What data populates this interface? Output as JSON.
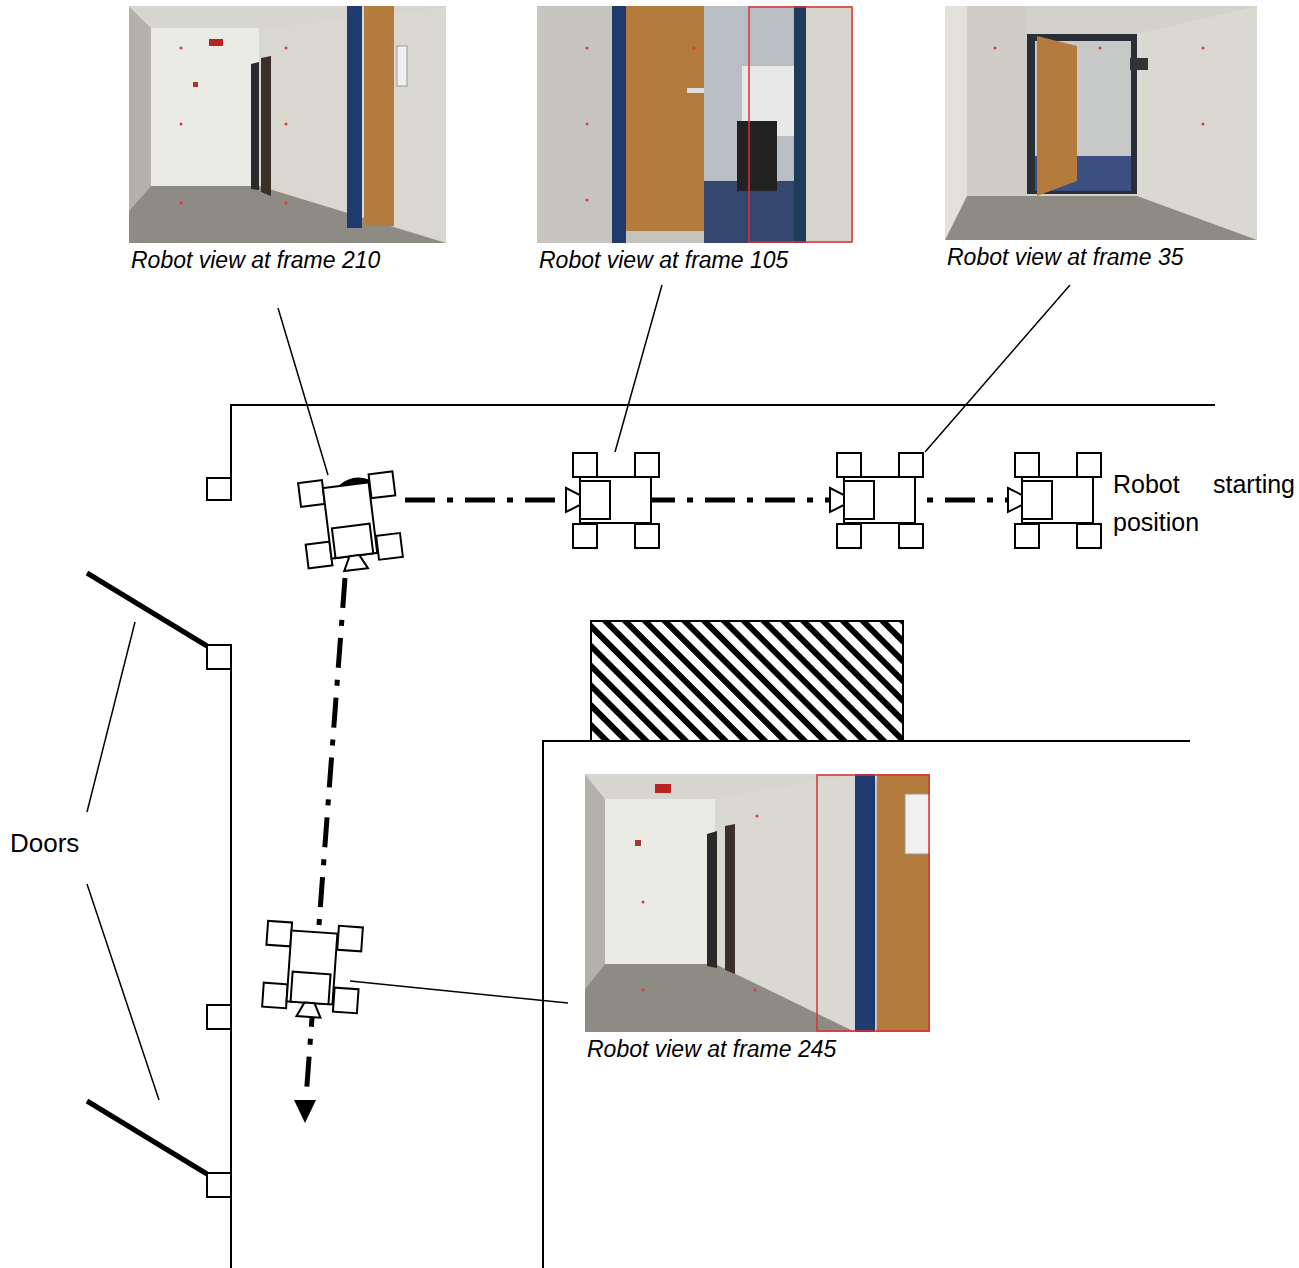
{
  "diagram": {
    "nodes": [
      {
        "text": [
          "Robot view at frame 210"
        ]
      },
      {
        "text": [
          "Robot view at frame 105"
        ]
      },
      {
        "text": [
          "Robot view at frame 35"
        ]
      },
      {
        "text": [
          "Robot view at frame 245"
        ]
      }
    ],
    "labels": [
      "Robot starting position",
      "Doors"
    ]
  }
}
